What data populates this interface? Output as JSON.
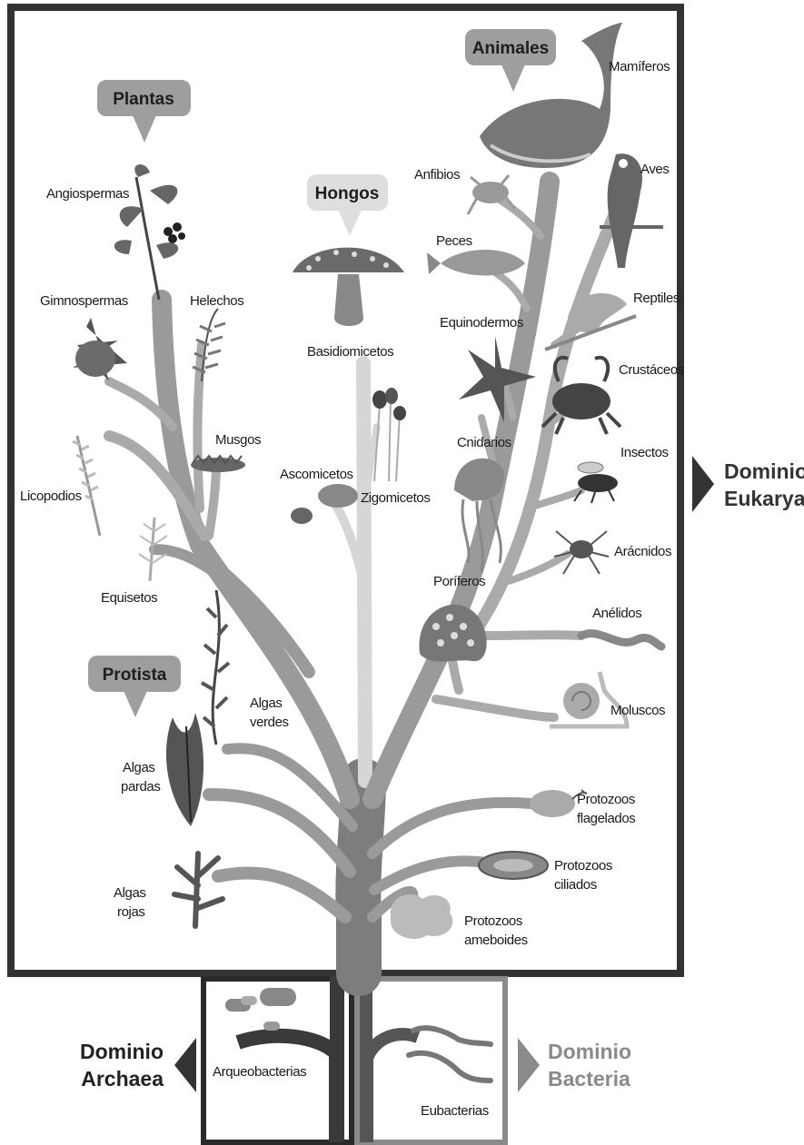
{
  "groups": {
    "plantas": "Plantas",
    "hongos": "Hongos",
    "animales": "Animales",
    "protista": "Protista"
  },
  "domains": {
    "eukarya": [
      "Dominio",
      "Eukarya"
    ],
    "archaea": [
      "Dominio",
      "Archaea"
    ],
    "bacteria": [
      "Dominio",
      "Bacteria"
    ]
  },
  "labels": {
    "angiospermas": "Angiospermas",
    "gimnospermas": "Gimnospermas",
    "helechos": "Helechos",
    "licopodios": "Licopodios",
    "musgos": "Musgos",
    "equisetos": "Equisetos",
    "basidiomicetos": "Basidiomicetos",
    "ascomicetos": "Ascomicetos",
    "zigomicetos": "Zigomicetos",
    "mamiferos": "Mamíferos",
    "anfibios": "Anfibios",
    "aves": "Aves",
    "peces": "Peces",
    "reptiles": "Reptiles",
    "equinodermos": "Equinodermos",
    "crustaceos": "Crustáceos",
    "cnidarios": "Cnidarios",
    "insectos": "Insectos",
    "aracnidos": "Arácnidos",
    "poriferos": "Poríferos",
    "anelidos": "Anélidos",
    "moluscos": "Moluscos",
    "algas_verdes": [
      "Algas",
      "verdes"
    ],
    "algas_pardas": [
      "Algas",
      "pardas"
    ],
    "algas_rojas": [
      "Algas",
      "rojas"
    ],
    "protozoos_flagelados": [
      "Protozoos",
      "flagelados"
    ],
    "protozoos_ciliados": [
      "Protozoos",
      "ciliados"
    ],
    "protozoos_ameboides": [
      "Protozoos",
      "ameboides"
    ],
    "arqueobacterias": "Arqueobacterias",
    "eubacterias": "Eubacterias"
  },
  "colors": {
    "frame": "#333333",
    "trunk": "#7d7d7d",
    "branch": "#a4a4a4",
    "fungi_branch": "#d6d6d6",
    "tag_fill": "#9e9e9e",
    "hongos_tag_fill": "#dedede",
    "bacteria_domain": "#8a8a8a"
  }
}
